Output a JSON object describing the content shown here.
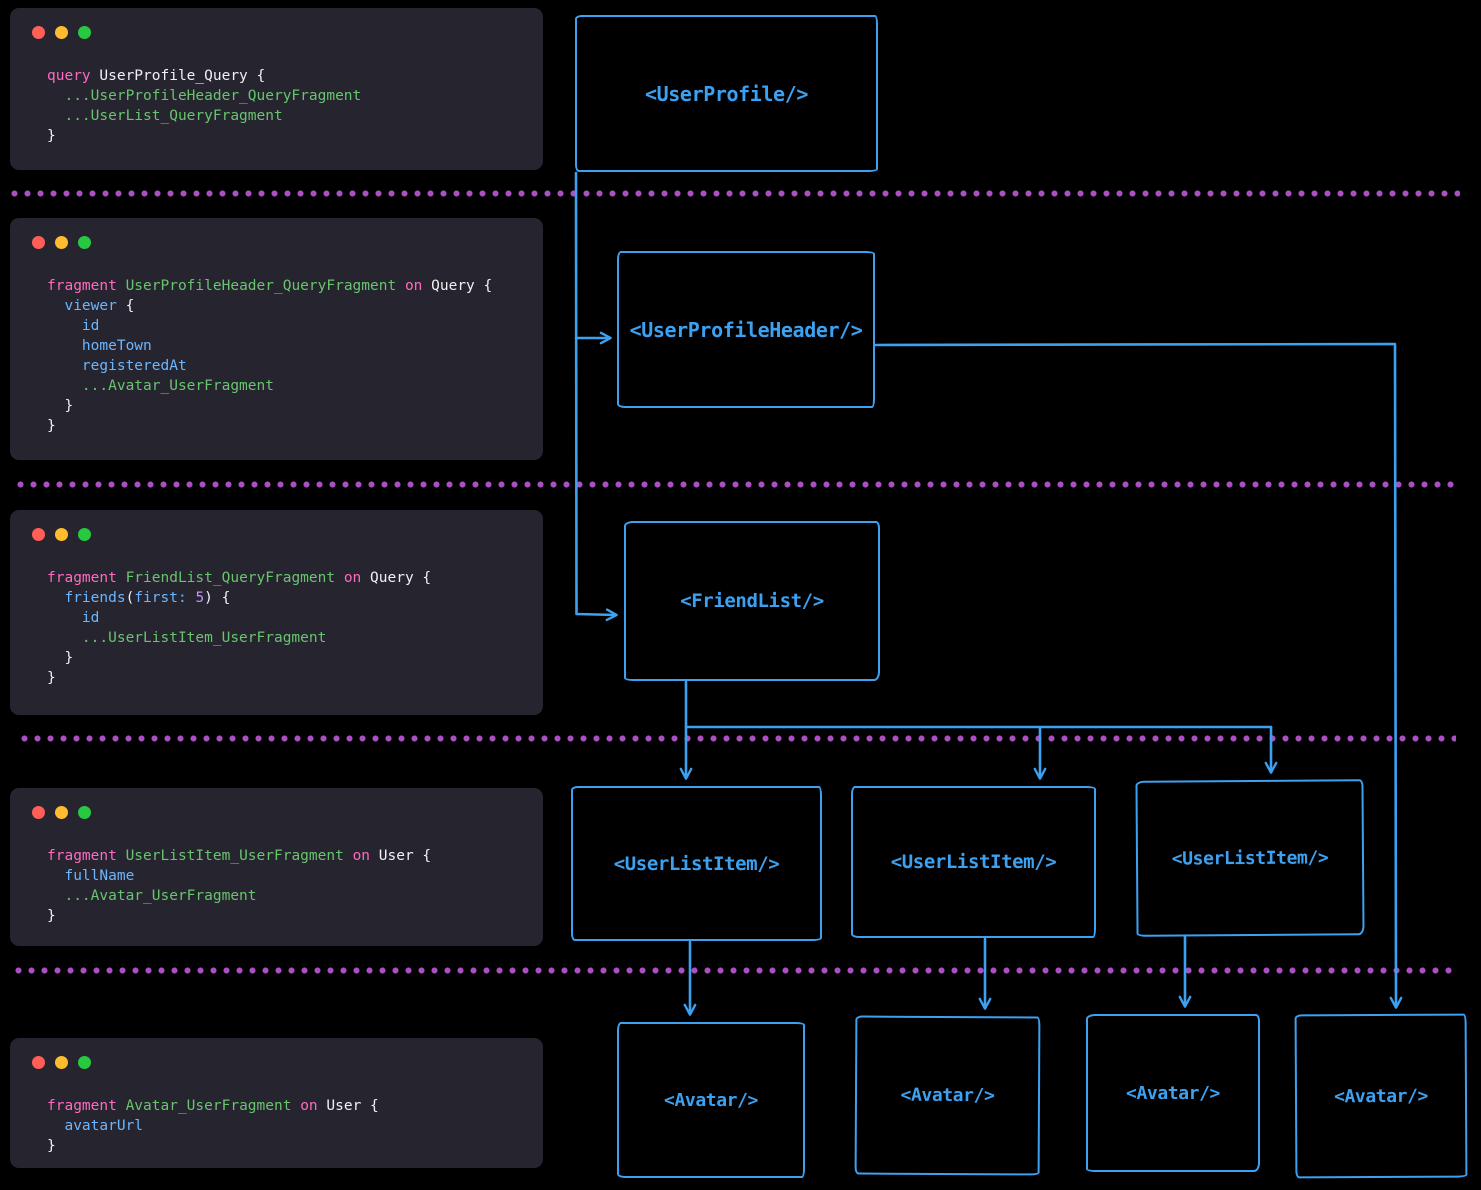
{
  "colors": {
    "background": "#000000",
    "panel_bg": "#26242f",
    "arrow_blue": "#3da1f2",
    "separator_purple": "#ab4fc2",
    "traffic": {
      "close": "#ff5f57",
      "minimize": "#febc2e",
      "zoom": "#28c840"
    },
    "syntax": {
      "fg": "#f2f0f4",
      "kw": "#ff6ac1",
      "frag": "#68c56e",
      "field": "#6cb6ff",
      "num": "#bd93f9"
    }
  },
  "tree_labels": {
    "user_profile": "<UserProfile/>",
    "user_profile_header": "<UserProfileHeader/>",
    "friend_list": "<FriendList/>",
    "user_list_item": "<UserListItem/>",
    "avatar": "<Avatar/>"
  },
  "panels": [
    {
      "name": "query-user-profile",
      "code": [
        [
          {
            "t": "query",
            "c": "kw"
          },
          {
            "t": " UserProfile_Query {",
            "c": "fg"
          }
        ],
        [
          {
            "t": "  ...UserProfileHeader_QueryFragment",
            "c": "frag"
          }
        ],
        [
          {
            "t": "  ...UserList_QueryFragment",
            "c": "frag"
          }
        ],
        [
          {
            "t": "}",
            "c": "fg"
          }
        ]
      ]
    },
    {
      "name": "fragment-user-profile-header",
      "code": [
        [
          {
            "t": "fragment",
            "c": "kw"
          },
          {
            "t": " ",
            "c": "fg"
          },
          {
            "t": "UserProfileHeader_QueryFragment",
            "c": "frag"
          },
          {
            "t": " ",
            "c": "fg"
          },
          {
            "t": "on",
            "c": "kw"
          },
          {
            "t": " Query {",
            "c": "fg"
          }
        ],
        [
          {
            "t": "  ",
            "c": "fg"
          },
          {
            "t": "viewer",
            "c": "field"
          },
          {
            "t": " {",
            "c": "fg"
          }
        ],
        [
          {
            "t": "    ",
            "c": "fg"
          },
          {
            "t": "id",
            "c": "field"
          }
        ],
        [
          {
            "t": "    ",
            "c": "fg"
          },
          {
            "t": "homeTown",
            "c": "field"
          }
        ],
        [
          {
            "t": "    ",
            "c": "fg"
          },
          {
            "t": "registeredAt",
            "c": "field"
          }
        ],
        [
          {
            "t": "    ...Avatar_UserFragment",
            "c": "frag"
          }
        ],
        [
          {
            "t": "  }",
            "c": "fg"
          }
        ],
        [
          {
            "t": "}",
            "c": "fg"
          }
        ]
      ]
    },
    {
      "name": "fragment-friend-list",
      "code": [
        [
          {
            "t": "fragment",
            "c": "kw"
          },
          {
            "t": " ",
            "c": "fg"
          },
          {
            "t": "FriendList_QueryFragment",
            "c": "frag"
          },
          {
            "t": " ",
            "c": "fg"
          },
          {
            "t": "on",
            "c": "kw"
          },
          {
            "t": " Query {",
            "c": "fg"
          }
        ],
        [
          {
            "t": "  ",
            "c": "fg"
          },
          {
            "t": "friends",
            "c": "field"
          },
          {
            "t": "(",
            "c": "fg"
          },
          {
            "t": "first:",
            "c": "field"
          },
          {
            "t": " ",
            "c": "fg"
          },
          {
            "t": "5",
            "c": "num"
          },
          {
            "t": ") {",
            "c": "fg"
          }
        ],
        [
          {
            "t": "    ",
            "c": "fg"
          },
          {
            "t": "id",
            "c": "field"
          }
        ],
        [
          {
            "t": "    ...UserListItem_UserFragment",
            "c": "frag"
          }
        ],
        [
          {
            "t": "  }",
            "c": "fg"
          }
        ],
        [
          {
            "t": "}",
            "c": "fg"
          }
        ]
      ]
    },
    {
      "name": "fragment-user-list-item",
      "code": [
        [
          {
            "t": "fragment",
            "c": "kw"
          },
          {
            "t": " ",
            "c": "fg"
          },
          {
            "t": "UserListItem_UserFragment",
            "c": "frag"
          },
          {
            "t": " ",
            "c": "fg"
          },
          {
            "t": "on",
            "c": "kw"
          },
          {
            "t": " User {",
            "c": "fg"
          }
        ],
        [
          {
            "t": "  ",
            "c": "fg"
          },
          {
            "t": "fullName",
            "c": "field"
          }
        ],
        [
          {
            "t": "  ...Avatar_UserFragment",
            "c": "frag"
          }
        ],
        [
          {
            "t": "}",
            "c": "fg"
          }
        ]
      ]
    },
    {
      "name": "fragment-avatar",
      "code": [
        [
          {
            "t": "fragment",
            "c": "kw"
          },
          {
            "t": " ",
            "c": "fg"
          },
          {
            "t": "Avatar_UserFragment",
            "c": "frag"
          },
          {
            "t": " ",
            "c": "fg"
          },
          {
            "t": "on",
            "c": "kw"
          },
          {
            "t": " User {",
            "c": "fg"
          }
        ],
        [
          {
            "t": "  ",
            "c": "fg"
          },
          {
            "t": "avatarUrl",
            "c": "field"
          }
        ],
        [
          {
            "t": "}",
            "c": "fg"
          }
        ]
      ]
    }
  ]
}
